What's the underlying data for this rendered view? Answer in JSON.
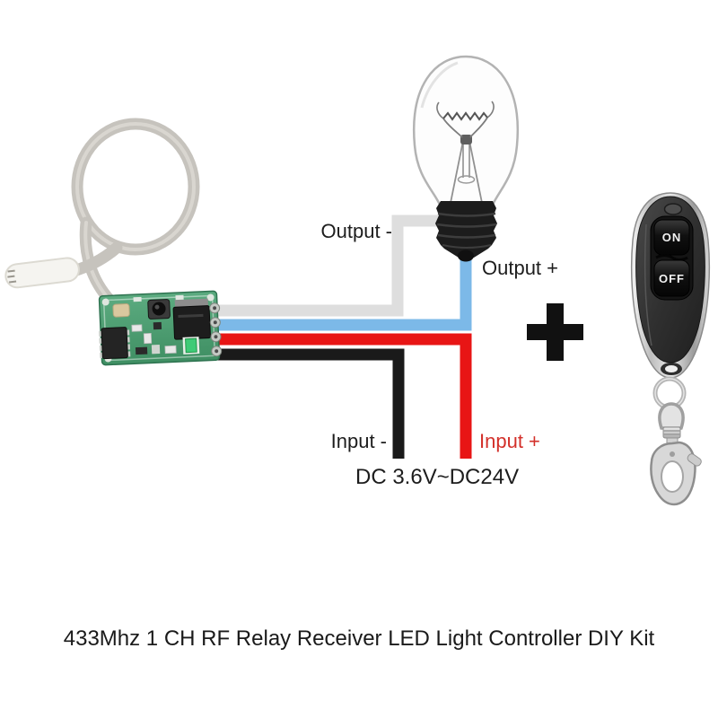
{
  "caption": "433Mhz 1 CH RF Relay Receiver LED Light Controller DIY Kit",
  "wiring_labels": {
    "output_minus": "Output -",
    "output_plus": "Output +",
    "input_minus": "Input -",
    "input_plus": "Input +",
    "voltage_range": "DC 3.6V~DC24V"
  },
  "remote": {
    "on_label": "ON",
    "off_label": "OFF"
  },
  "symbols": {
    "plus": "+"
  },
  "colors": {
    "background": "#ffffff",
    "wire_output_negative_gray": "#dedede",
    "wire_output_positive_blue": "#7cb9e8",
    "wire_input_positive_red": "#e81515",
    "wire_input_negative_black": "#1a1a1a",
    "input_plus_text_red": "#d3302a",
    "pcb_green": "#4a9e73",
    "caption_text": "#1a1a1a",
    "remote_body_black": "#2d2d2d",
    "remote_chrome": "#c7c7c7"
  },
  "icons": {
    "light_bulb": "incandescent-light-bulb",
    "receiver_module": "green-pcb-rf-receiver",
    "antenna": "coiled-gray-antenna-wire",
    "plus": "plus-sign",
    "remote_control": "black-two-button-keyfob",
    "keychain": "keyring-and-lobster-clasp"
  }
}
